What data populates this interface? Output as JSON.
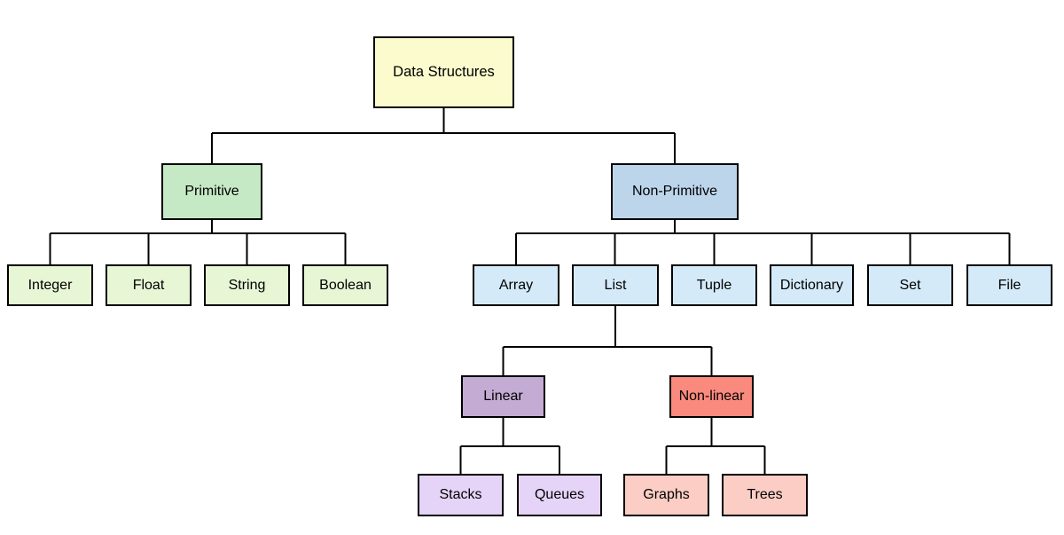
{
  "diagram": {
    "type": "tree",
    "colors": {
      "background": "#FFFFFF",
      "border": "#000000",
      "text": "#000000",
      "connector": "#000000"
    },
    "nodes": [
      {
        "id": "data-structures",
        "label": "Data Structures",
        "fill": "#FBFBCE"
      },
      {
        "id": "primitive",
        "label": "Primitive",
        "fill": "#C5E8C5"
      },
      {
        "id": "non-primitive",
        "label": "Non-Primitive",
        "fill": "#BCD5EB"
      },
      {
        "id": "integer",
        "label": "Integer",
        "fill": "#E7F6D5"
      },
      {
        "id": "float",
        "label": "Float",
        "fill": "#E7F6D5"
      },
      {
        "id": "string",
        "label": "String",
        "fill": "#E7F6D5"
      },
      {
        "id": "boolean",
        "label": "Boolean",
        "fill": "#E7F6D5"
      },
      {
        "id": "array",
        "label": "Array",
        "fill": "#D4EAF9"
      },
      {
        "id": "list",
        "label": "List",
        "fill": "#D4EAF9"
      },
      {
        "id": "tuple",
        "label": "Tuple",
        "fill": "#D4EAF9"
      },
      {
        "id": "dictionary",
        "label": "Dictionary",
        "fill": "#D4EAF9"
      },
      {
        "id": "set",
        "label": "Set",
        "fill": "#D4EAF9"
      },
      {
        "id": "file",
        "label": "File",
        "fill": "#D4EAF9"
      },
      {
        "id": "linear",
        "label": "Linear",
        "fill": "#C4ABD3"
      },
      {
        "id": "non-linear",
        "label": "Non-linear",
        "fill": "#FA8A7E"
      },
      {
        "id": "stacks",
        "label": "Stacks",
        "fill": "#E5D4F7"
      },
      {
        "id": "queues",
        "label": "Queues",
        "fill": "#E5D4F7"
      },
      {
        "id": "graphs",
        "label": "Graphs",
        "fill": "#FBCDC4"
      },
      {
        "id": "trees",
        "label": "Trees",
        "fill": "#FBCDC4"
      }
    ],
    "edges": [
      {
        "from": "data-structures",
        "to": "primitive"
      },
      {
        "from": "data-structures",
        "to": "non-primitive"
      },
      {
        "from": "primitive",
        "to": "integer"
      },
      {
        "from": "primitive",
        "to": "float"
      },
      {
        "from": "primitive",
        "to": "string"
      },
      {
        "from": "primitive",
        "to": "boolean"
      },
      {
        "from": "non-primitive",
        "to": "array"
      },
      {
        "from": "non-primitive",
        "to": "list"
      },
      {
        "from": "non-primitive",
        "to": "tuple"
      },
      {
        "from": "non-primitive",
        "to": "dictionary"
      },
      {
        "from": "non-primitive",
        "to": "set"
      },
      {
        "from": "non-primitive",
        "to": "file"
      },
      {
        "from": "list",
        "to": "linear"
      },
      {
        "from": "list",
        "to": "non-linear"
      },
      {
        "from": "linear",
        "to": "stacks"
      },
      {
        "from": "linear",
        "to": "queues"
      },
      {
        "from": "non-linear",
        "to": "graphs"
      },
      {
        "from": "non-linear",
        "to": "trees"
      }
    ]
  }
}
